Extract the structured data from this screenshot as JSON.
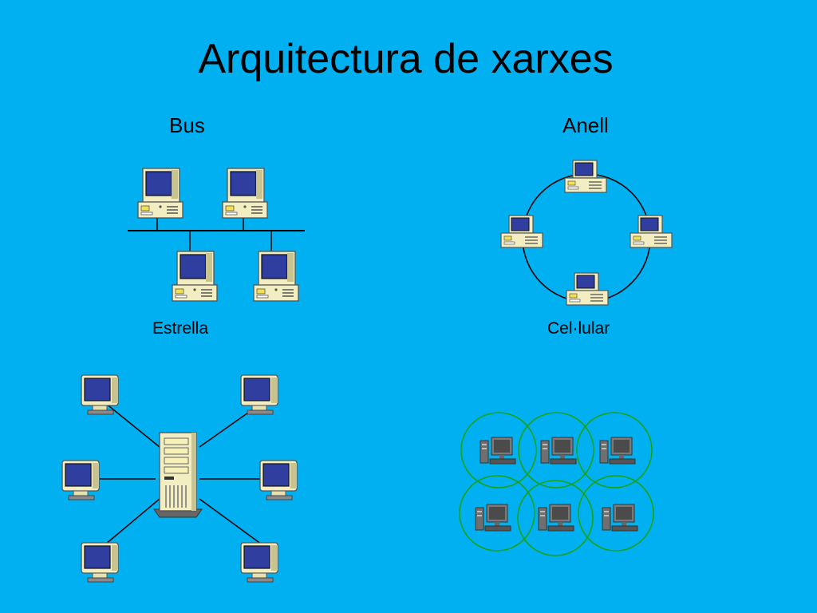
{
  "title": "Arquitectura de xarxes",
  "topologies": {
    "bus": "Bus",
    "anell": "Anell",
    "estrella": "Estrella",
    "cellular": "Cel·lular"
  },
  "colors": {
    "background": "#00b0f0",
    "computer_case": "#f2eec2",
    "computer_screen": "#1a237e",
    "cell_circle": "#16a316"
  },
  "icons": [
    "desktop-computer-icon",
    "crt-monitor-icon",
    "server-tower-icon",
    "workstation-icon"
  ]
}
